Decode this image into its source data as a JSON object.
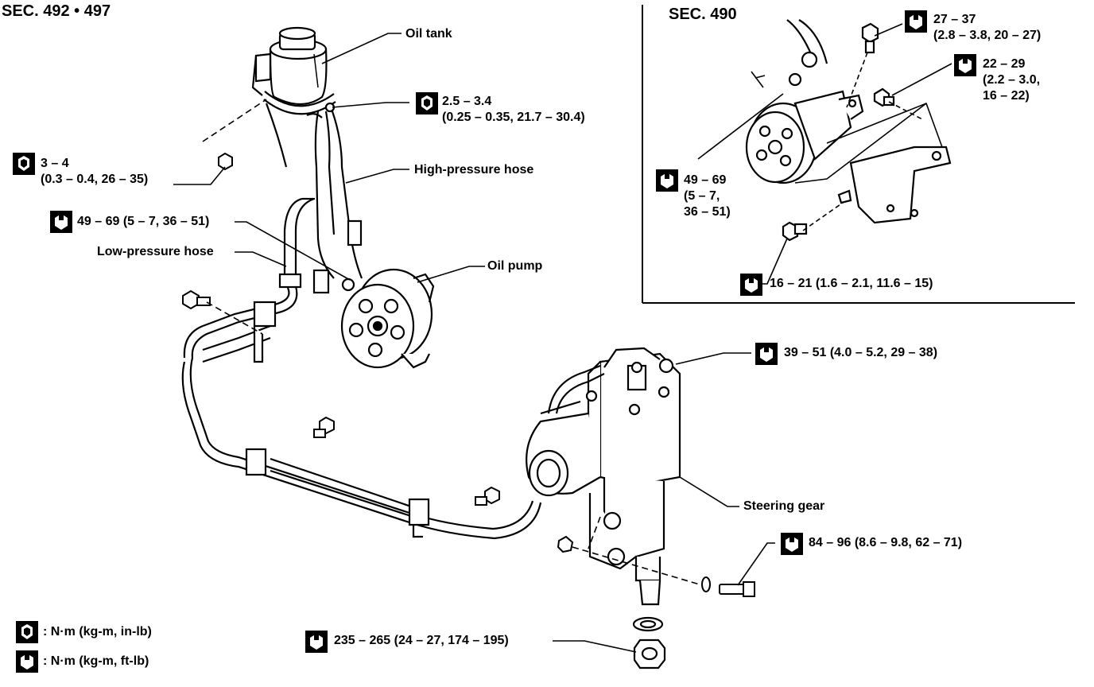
{
  "sections": {
    "main": "SEC. 492 • 497",
    "inset": "SEC. 490"
  },
  "parts": {
    "oil_tank": "Oil tank",
    "high_pressure_hose": "High-pressure hose",
    "low_pressure_hose": "Low-pressure hose",
    "oil_pump": "Oil pump",
    "steering_gear": "Steering gear"
  },
  "torques": {
    "t1_line1": "2.5 – 3.4",
    "t1_line2": "(0.25 – 0.35, 21.7 – 30.4)",
    "t2_line1": "3 – 4",
    "t2_line2": "(0.3 – 0.4, 26 – 35)",
    "t3": "49 – 69 (5 – 7, 36 – 51)",
    "t4": "39 – 51 (4.0 – 5.2, 29 – 38)",
    "t5": "84 – 96 (8.6 – 9.8, 62 – 71)",
    "t6": "235 – 265 (24 – 27, 174 – 195)",
    "inset_t1_line1": "27 – 37",
    "inset_t1_line2": "(2.8 – 3.8, 20 – 27)",
    "inset_t2_line1": "22 – 29",
    "inset_t2_line2": "(2.2 – 3.0,",
    "inset_t2_line3": "16 – 22)",
    "inset_t3_line1": "49 – 69",
    "inset_t3_line2": "(5 – 7,",
    "inset_t3_line3": "36 – 51)",
    "inset_t4": "16 – 21 (1.6 – 2.1, 11.6 – 15)"
  },
  "legend": {
    "solid_icon": ": N·m (kg-m, in-lb)",
    "outline_icon": ": N·m (kg-m, ft-lb)"
  },
  "icons": {
    "solid": "torque-in-lb-icon",
    "outline": "torque-ft-lb-icon"
  }
}
